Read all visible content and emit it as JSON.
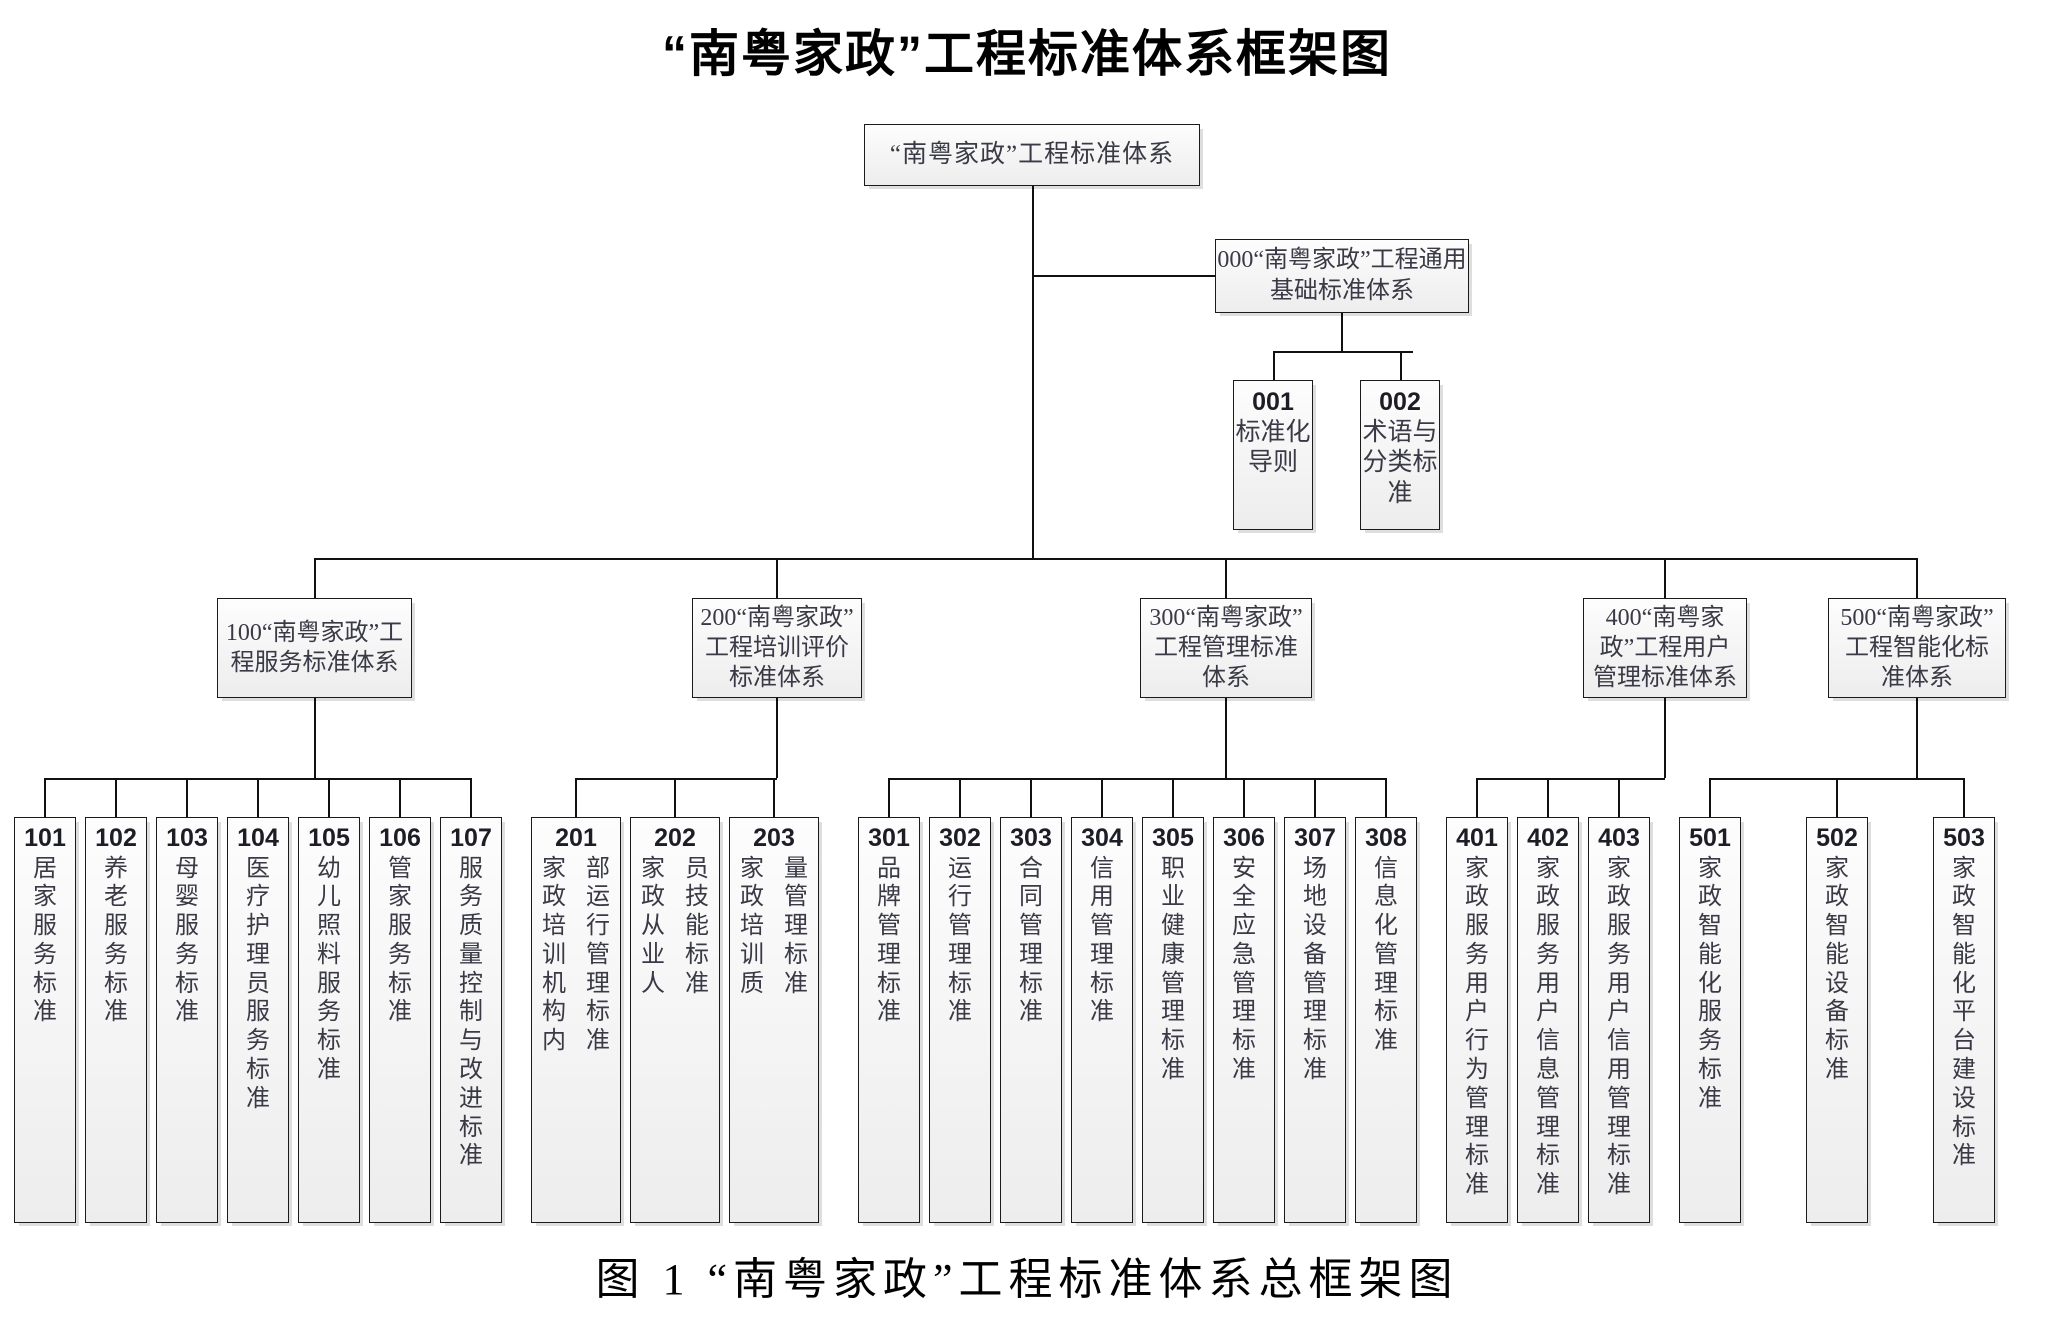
{
  "title": "“南粤家政”工程标准体系框架图",
  "caption": "图 1  “南粤家政”工程标准体系总框架图",
  "root": {
    "label": "“南粤家政”工程标准体系"
  },
  "basis": {
    "code": "000",
    "label": "000“南粤家政”工程通用基础标准体系"
  },
  "basis_children": [
    {
      "code": "001",
      "label": "标准化导则"
    },
    {
      "code": "002",
      "label": "术语与分类标准"
    }
  ],
  "categories": [
    {
      "code": "100",
      "label": "100“南粤家政”工程服务标准体系"
    },
    {
      "code": "200",
      "label": "200“南粤家政”工程培训评价标准体系"
    },
    {
      "code": "300",
      "label": "300“南粤家政”工程管理标准体系"
    },
    {
      "code": "400",
      "label": "400“南粤家政”工程用户管理标准体系"
    },
    {
      "code": "500",
      "label": "500“南粤家政”工程智能化标准体系"
    }
  ],
  "leaves": [
    {
      "code": "101",
      "label": "居家服务标准"
    },
    {
      "code": "102",
      "label": "养老服务标准"
    },
    {
      "code": "103",
      "label": "母婴服务标准"
    },
    {
      "code": "104",
      "label": "医疗护理员服务标准"
    },
    {
      "code": "105",
      "label": "幼儿照料服务标准"
    },
    {
      "code": "106",
      "label": "管家服务标准"
    },
    {
      "code": "107",
      "label": "服务质量控制与改进标准"
    },
    {
      "code": "201",
      "label": "家政培训机构内部运行管理标准"
    },
    {
      "code": "202",
      "label": "家政从业人员技能标准"
    },
    {
      "code": "203",
      "label": "家政培训质量管理标准"
    },
    {
      "code": "301",
      "label": "品牌管理标准"
    },
    {
      "code": "302",
      "label": "运行管理标准"
    },
    {
      "code": "303",
      "label": "合同管理标准"
    },
    {
      "code": "304",
      "label": "信用管理标准"
    },
    {
      "code": "305",
      "label": "职业健康管理标准"
    },
    {
      "code": "306",
      "label": "安全应急管理标准"
    },
    {
      "code": "307",
      "label": "场地设备管理标准"
    },
    {
      "code": "308",
      "label": "信息化管理标准"
    },
    {
      "code": "401",
      "label": "家政服务用户行为管理标准"
    },
    {
      "code": "402",
      "label": "家政服务用户信息管理标准"
    },
    {
      "code": "403",
      "label": "家政服务用户信用管理标准"
    },
    {
      "code": "501",
      "label": "家政智能化服务标准"
    },
    {
      "code": "502",
      "label": "家政智能设备标准"
    },
    {
      "code": "503",
      "label": "家政智能化平台建设标准"
    }
  ],
  "colors": {
    "box_border": "#1b1b1b",
    "box_fill": "#f3f3f3",
    "connector": "#111111",
    "text": "#3a3a46",
    "title_text": "#000000"
  }
}
